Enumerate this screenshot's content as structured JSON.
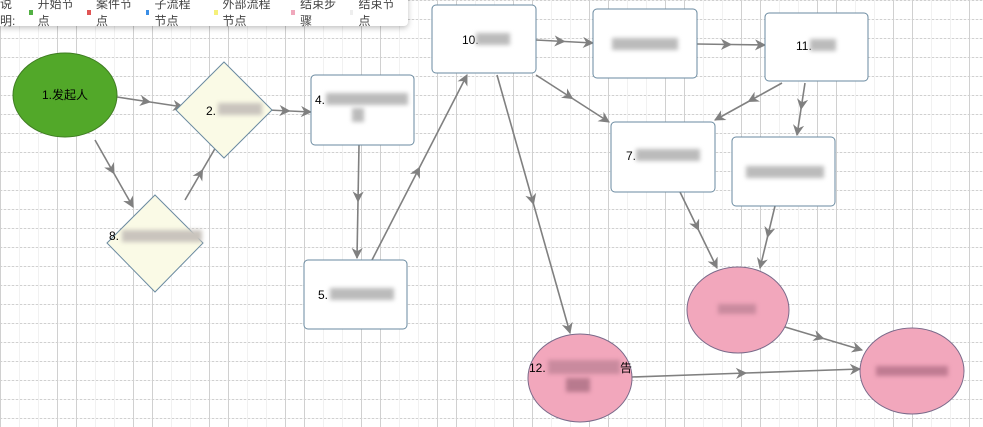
{
  "legend": {
    "title": "说明:",
    "items": [
      {
        "label": "开始节点",
        "color": "#52b043"
      },
      {
        "label": "案件节点",
        "color": "#e05555"
      },
      {
        "label": "子流程节点",
        "color": "#3a8ee6"
      },
      {
        "label": "外部流程节点",
        "color": "#f5f07a"
      },
      {
        "label": "结束步骤",
        "color": "#f0a8bc"
      },
      {
        "label": "结束节点",
        "color": "#eeeeee"
      }
    ]
  },
  "nodes": {
    "n1": "1.发起人",
    "n2": "2.",
    "n4": "4.",
    "n5": "5.",
    "n8": "8.",
    "n10": "10.",
    "n11": "11.",
    "n7": "7.",
    "n12": "12.",
    "n12_suffix": "告"
  },
  "colors": {
    "start": "#52a829",
    "gateway": "#fafae6",
    "end": "#f2a7bc",
    "edge": "#808080"
  }
}
